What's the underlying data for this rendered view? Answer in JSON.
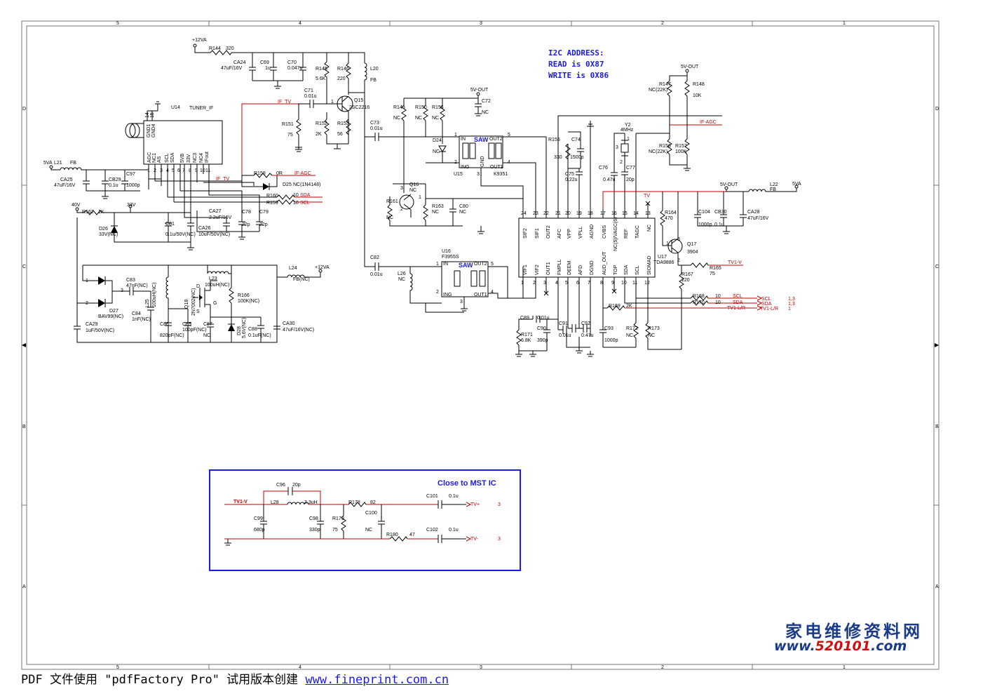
{
  "footer": {
    "text": "PDF 文件使用 \"pdfFactory Pro\" 试用版本创建 ",
    "link": "www.fineprint.com.cn"
  },
  "watermark": {
    "line1": "家电维修资料网",
    "line2_prefix": "www.",
    "line2_red": "520101",
    "line2_suffix": ".com"
  },
  "i2c": {
    "line1": "I2C ADDRESS:",
    "line2": "READ is 0X87",
    "line3": "WRITE is 0X86"
  },
  "mst_box": {
    "title": "Close to MST IC"
  },
  "border": {
    "cols_top": [
      "5",
      "4",
      "3",
      "2",
      "1"
    ],
    "rows_side": [
      "D",
      "C",
      "B",
      "A"
    ]
  },
  "labels": {
    "tuner_ref": "U14",
    "tuner_name": "TUNER_IF",
    "tuner_pins": [
      "AGC",
      "NC1",
      "AS",
      "SCL",
      "SDA",
      "5VB",
      "33V",
      "NC3",
      "NC4",
      "IFout"
    ],
    "tuner_gnd": [
      "GND1",
      "GND4"
    ],
    "tuner_pin_nums": [
      "1",
      "2",
      "3",
      "4",
      "5",
      "6",
      "7",
      "8",
      "9",
      "10",
      "11"
    ],
    "tuner_gnd_nums": [
      "14",
      "15"
    ],
    "ic_ref": "U17",
    "ic_name": "TDA9886",
    "ic_top_pins": [
      "SIF2",
      "SIF1",
      "OUT2",
      "AFC",
      "VPP",
      "VPLL",
      "AGND",
      "CVBS",
      "NC(5)/VAGC(6)",
      "REF",
      "TAGC",
      "NC"
    ],
    "ic_top_nums": [
      "24",
      "23",
      "22",
      "21",
      "20",
      "19",
      "18",
      "17",
      "16",
      "15",
      "14",
      "13"
    ],
    "ic_bot_pins": [
      "VIF1",
      "VIF2",
      "OUT1",
      "FMPLL",
      "DEEM",
      "AFD",
      "DGND",
      "AUD_OUT",
      "TOP",
      "SDA",
      "SCL",
      "SIOMAD"
    ],
    "ic_bot_nums": [
      "1",
      "2",
      "3",
      "4",
      "5",
      "6",
      "7",
      "8",
      "9",
      "10",
      "11",
      "12"
    ],
    "saw1_ref": "U15",
    "saw1_part": "K9351",
    "saw2_ref": "U16",
    "saw2_part": "F3955S",
    "saw_text": "SAW",
    "saw_pins": [
      "IN",
      "OUT2",
      "ING",
      "GND",
      "OUT1"
    ],
    "net_12va": "+12VA",
    "net_5va": "5VA",
    "net_40v": "40V",
    "net_33v": "33V",
    "net_5vout": "5V-OUT",
    "net_if_tv": "IF_TV",
    "net_if_agc": "IF-AGC",
    "net_sda": "SDA",
    "net_scl": "SCL",
    "net_tv": "TV",
    "net_tv1v": "TV1-V",
    "net_tv1lr": "TV1-L/R",
    "net_tvp": "TV+",
    "net_tvm": "TV-",
    "q15": "Q15",
    "q15p": "2SC2216",
    "q16": "Q16",
    "q16p": "NC",
    "q17": "Q17",
    "q17p": "3904",
    "q18": "Q18",
    "q18p": "2N7002(NC)",
    "y2": "Y2",
    "y2v": "4MHz",
    "d24": "D24",
    "d24v": "NC",
    "d25": "D25",
    "d25v": "NC(1N4148)",
    "d26": "D26",
    "d26v": "33V(NC)",
    "d27": "D27",
    "d27v": "BAV99(NC)",
    "d28": "D28",
    "d28v": "5.6V(NC)",
    "r144": "R144",
    "r144v": "320",
    "ca24": "CA24",
    "ca24v": "47uF/16V",
    "c69": "C69",
    "c69v": "1u",
    "c70": "C70",
    "c70v": "0.047u",
    "r145": "R145",
    "r145v": "5.6K",
    "r146": "R146",
    "r146v": "220",
    "l20": "L20",
    "l20v": "FB",
    "c71": "C71",
    "c71v": "0.01u",
    "r151": "R151",
    "r151v": "75",
    "r152": "R152",
    "r152v": "2K",
    "r153": "R153",
    "r153v": "56",
    "c73": "C73",
    "c73v": "0.01u",
    "r149": "R149",
    "r149v": "NC",
    "r150": "R150",
    "r150v": "NC",
    "r154": "R154",
    "r154v": "NC",
    "c72": "C72",
    "c72v": "NC",
    "r155": "R155",
    "r155v": "330",
    "c74": "C74",
    "c74v": "1500p",
    "c75": "C75",
    "c75v": "0.22u",
    "c76": "C76",
    "c76v": "0.47u",
    "c77": "C77",
    "c77v": "20p",
    "r147": "R147",
    "r147v": "NC(22K)",
    "r148": "R148",
    "r148v": "10K",
    "r156": "R156",
    "r156v": "NC(22K)",
    "r157": "R157",
    "r157v": "100K",
    "l21": "L21",
    "l21v": "FB",
    "ca25": "CA25",
    "ca25v": "47uF/16V",
    "cb29": "CB29",
    "cb29v": "0.1u",
    "c97": "C97",
    "c97v": "1000p",
    "r158": "R158",
    "r158v": "0R",
    "r160": "R160",
    "r160v": "10",
    "r159": "R159",
    "r159v": "10",
    "r162": "R162",
    "r162v": "1K",
    "c81": "C81",
    "c81v": "0.1u/50V(NC)",
    "ca26": "CA26",
    "ca26v": "10uF/50V(NC)",
    "ca27": "CA27",
    "ca27v": "2.2uF/16V",
    "c78": "C78",
    "c78v": "22p",
    "c79": "C79",
    "c79v": "22p",
    "r161": "R161",
    "r161v": "NC",
    "r163": "R163",
    "r163v": "NC",
    "c80": "C80",
    "c80v": "NC",
    "c82": "C82",
    "c82v": "0.01u",
    "l26": "L26",
    "l26v": "NC",
    "c104": "C104",
    "c104v": "1000p",
    "cb30": "CB30",
    "cb30v": "0.1u",
    "ca28": "CA28",
    "ca28v": "47uF/16V",
    "l22": "L22",
    "l22v": "FB",
    "r164": "R164",
    "r164v": "470",
    "r165": "R165",
    "r165v": "75",
    "r167": "R167",
    "r167v": "220",
    "r168": "R168",
    "r168v": "10",
    "r170": "R170",
    "r170v": "10",
    "r169": "R169",
    "r169v": "2K",
    "c89": "C89",
    "c89v": "0.01u",
    "c90": "C90",
    "c90v": "390p",
    "r171": "R171",
    "r171v": "6.8K",
    "c91": "C91",
    "c91v": "0.01u",
    "c92": "C92",
    "c92v": "0.47u",
    "c93": "C93",
    "c93v": "1000p",
    "r172": "R172",
    "r172v": "NC",
    "r173": "R173",
    "r173v": "NC",
    "c83": "C83",
    "c83v": "47nF(NC)",
    "c84": "C84",
    "c84v": "1nF(NC)",
    "ca29": "CA29",
    "ca29v": "1uF/50V(NC)",
    "l25": "L25",
    "l25v": "100uH(NC)",
    "l23": "L23",
    "l23v": "100uH(NC)",
    "r166": "R166",
    "r166v": "100K(NC)",
    "c86": "C86",
    "c86v": "820pF(NC)",
    "c85": "C85",
    "c85v": "100pF(NC)",
    "c87": "C87",
    "c87v": "NC",
    "c88": "C88",
    "c88v": "0.1uF(NC)",
    "l24": "L24",
    "l24v": "FB(NC)",
    "ca30": "CA30",
    "ca30v": "47uF/16V(NC)",
    "c96": "C96",
    "c96v": "20p",
    "l28": "L28",
    "l28v": "3.3uH",
    "r178": "R178",
    "r178v": "82",
    "c101": "C101",
    "c101v": "0.1u",
    "c99": "C99",
    "c99v": "680p",
    "c98": "C98",
    "c98v": "330p",
    "r179": "R179",
    "r179v": "75",
    "c100": "C100",
    "c100v": "NC",
    "r180": "R180",
    "r180v": "47",
    "c102": "C102",
    "c102v": "0.1u",
    "page_ref_13": "1,3",
    "page_ref_1": "1",
    "page_ref_3": "3"
  }
}
